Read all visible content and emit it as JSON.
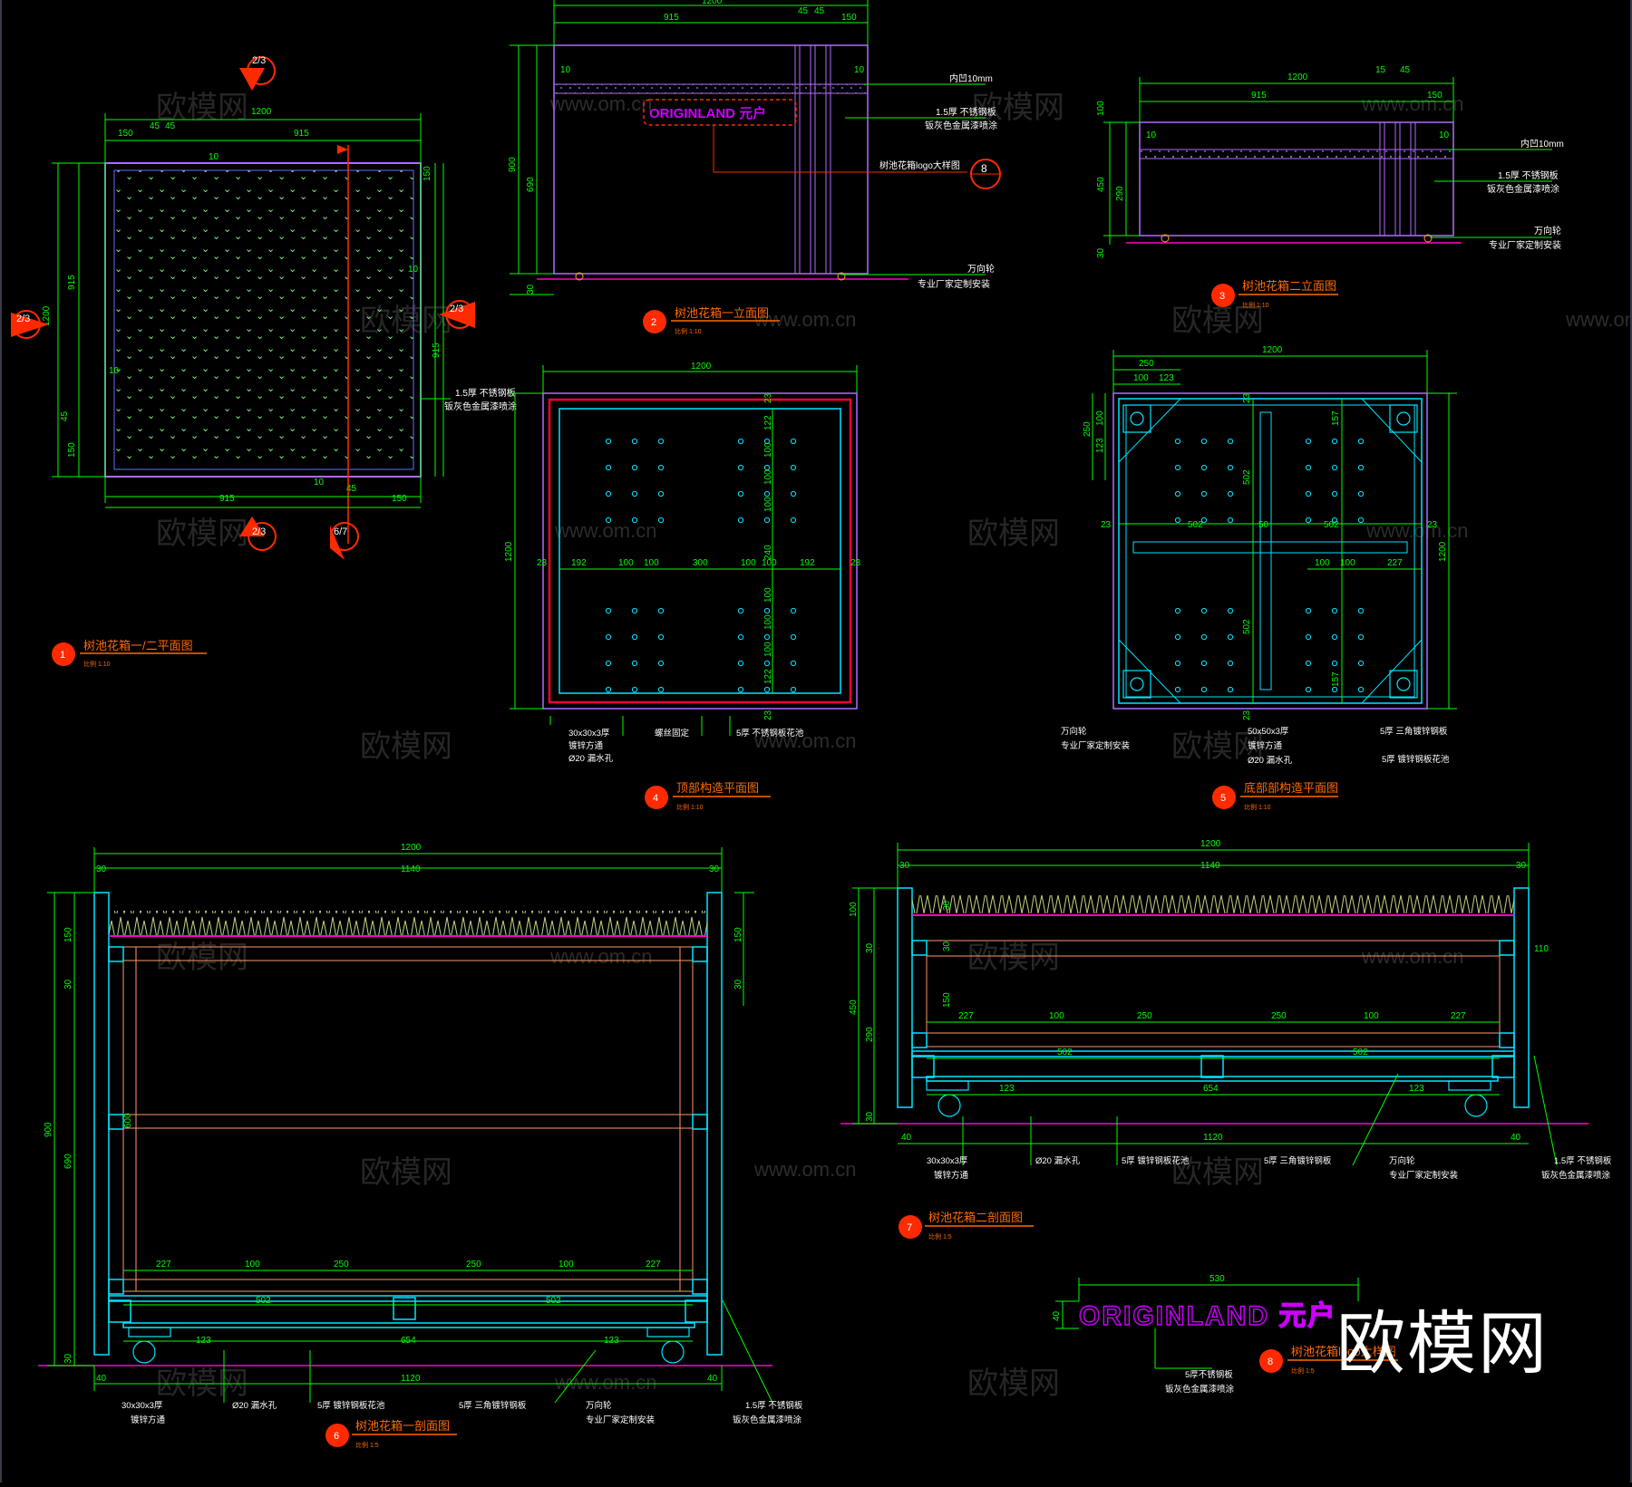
{
  "colors": {
    "background": "#000000",
    "dimension": "#00ff00",
    "outline": "#00e5ff",
    "titleline": "#ff6a00",
    "badge": "#ff2a00",
    "logo": "#cc00ff",
    "frame": "#ff00cc",
    "annot": "#ffffff"
  },
  "watermark": {
    "text": "欧模网",
    "url": "www.om.cn"
  },
  "views": {
    "v1": {
      "num": "1",
      "title": "树池花箱一/二平面图",
      "scale": "比例 1:10",
      "dims": {
        "d1200": "1200",
        "d915": "915",
        "d150": "150",
        "d45": "45",
        "d10": "10"
      },
      "note1": "1.5厚 不锈钢板",
      "note2": "钣灰色金属漆喷涂",
      "markers": [
        "2/3",
        "2/3",
        "2/3",
        "2/3",
        "6/7"
      ]
    },
    "v2": {
      "num": "2",
      "title": "树池花箱一立面图",
      "scale": "比例 1:10",
      "logo": "ORIGINLAND 元户",
      "dims": {
        "d1200": "1200",
        "d915": "915",
        "d45": "45",
        "d150": "150",
        "d900": "900",
        "d690": "690",
        "d30": "30",
        "d10": "10"
      },
      "notes": [
        "内凹10mm",
        "1.5厚 不锈钢板",
        "钣灰色金属漆喷涂",
        "树池花箱logo大样图",
        "万向轮",
        "专业厂家定制安装"
      ],
      "marker": "8"
    },
    "v3": {
      "num": "3",
      "title": "树池花箱二立面图",
      "scale": "比例 1:10",
      "dims": {
        "d1200": "1200",
        "d915": "915",
        "d15": "15",
        "d45": "45",
        "d150": "150",
        "d450": "450",
        "d290": "290",
        "d100": "100",
        "d30": "30",
        "d10": "10"
      },
      "notes": [
        "内凹10mm",
        "1.5厚 不锈钢板",
        "钣灰色金属漆喷涂",
        "万向轮",
        "专业厂家定制安装"
      ]
    },
    "v4": {
      "num": "4",
      "title": "顶部构造平面图",
      "scale": "比例 1:10",
      "dims": {
        "d1200": "1200",
        "d192": "192",
        "d100": "100",
        "d300": "300",
        "d23": "23",
        "d122": "122",
        "d240": "240"
      },
      "notes": [
        "30x30x3厚",
        "镀锌方通",
        "Ø20 漏水孔",
        "螺丝固定",
        "5厚 不锈钢板花池"
      ]
    },
    "v5": {
      "num": "5",
      "title": "底部部构造平面图",
      "scale": "比例 1:10",
      "dims": {
        "d1200": "1200",
        "d250": "250",
        "d100": "100",
        "d123": "123",
        "d502": "502",
        "d50": "50",
        "d23": "23",
        "d227": "227",
        "d157": "157"
      },
      "notes": [
        "万向轮",
        "专业厂家定制安装",
        "50x50x3厚",
        "镀锌方通",
        "Ø20 漏水孔",
        "5厚 三角镀锌钢板",
        "5厚 镀锌钢板花池"
      ]
    },
    "v6": {
      "num": "6",
      "title": "树池花箱一剖面图",
      "scale": "比例 1:5",
      "dims": {
        "d1200": "1200",
        "d1140": "1140",
        "d30": "30",
        "d150": "150",
        "d900": "900",
        "d690": "690",
        "d600": "600",
        "d227": "227",
        "d100": "100",
        "d250": "250",
        "d502": "502",
        "d123": "123",
        "d654": "654",
        "d1120": "1120",
        "d40": "40"
      },
      "notes": [
        "30x30x3厚",
        "镀锌方通",
        "Ø20 漏水孔",
        "5厚 镀锌钢板花池",
        "5厚 三角镀锌钢板",
        "万向轮",
        "专业厂家定制安装",
        "1.5厚 不锈钢板",
        "钣灰色金属漆喷涂"
      ]
    },
    "v7": {
      "num": "7",
      "title": "树池花箱二剖面图",
      "scale": "比例 1:5",
      "dims": {
        "d1200": "1200",
        "d1140": "1140",
        "d30": "30",
        "d100": "100",
        "d450": "450",
        "d290": "290",
        "d150": "150",
        "d227": "227",
        "d250": "250",
        "d502": "502",
        "d123": "123",
        "d654": "654",
        "d1120": "1120",
        "d40": "40",
        "d110": "110"
      },
      "notes": [
        "30x30x3厚",
        "镀锌方通",
        "Ø20 漏水孔",
        "5厚 镀锌钢板花池",
        "5厚 三角镀锌钢板",
        "万向轮",
        "专业厂家定制安装",
        "1.5厚 不锈钢板",
        "钣灰色金属漆喷涂"
      ]
    },
    "v8": {
      "num": "8",
      "title": "树池花箱logo大样图",
      "scale": "比例 1:5",
      "logo": "ORIGINLAND 元户",
      "dims": {
        "d530": "530",
        "d40": "40"
      },
      "notes": [
        "5厚不锈钢板",
        "钣灰色金属漆喷涂"
      ]
    }
  }
}
